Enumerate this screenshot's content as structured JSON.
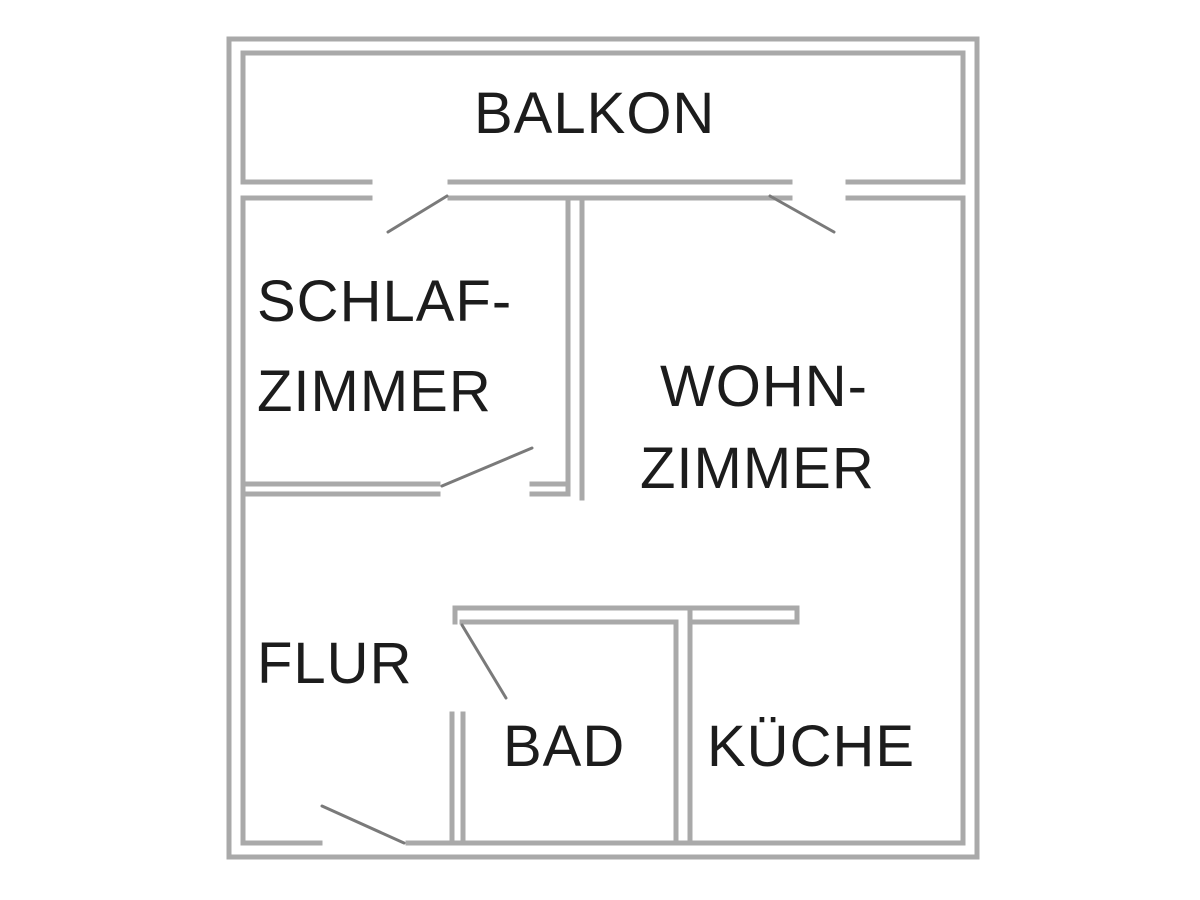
{
  "floor_plan": {
    "colors": {
      "wall": "#a9a9a9",
      "door": "#7a7a7a",
      "text": "#1c1c1c",
      "background": "#ffffff"
    },
    "rooms": {
      "balkon": {
        "label": "BALKON"
      },
      "schlafzimmer": {
        "line1": "SCHLAF-",
        "line2": "ZIMMER"
      },
      "wohnzimmer": {
        "line1": "WOHN-",
        "line2": "ZIMMER"
      },
      "flur": {
        "label": "FLUR"
      },
      "bad": {
        "label": "BAD"
      },
      "kueche": {
        "label": "KÜCHE"
      }
    }
  }
}
